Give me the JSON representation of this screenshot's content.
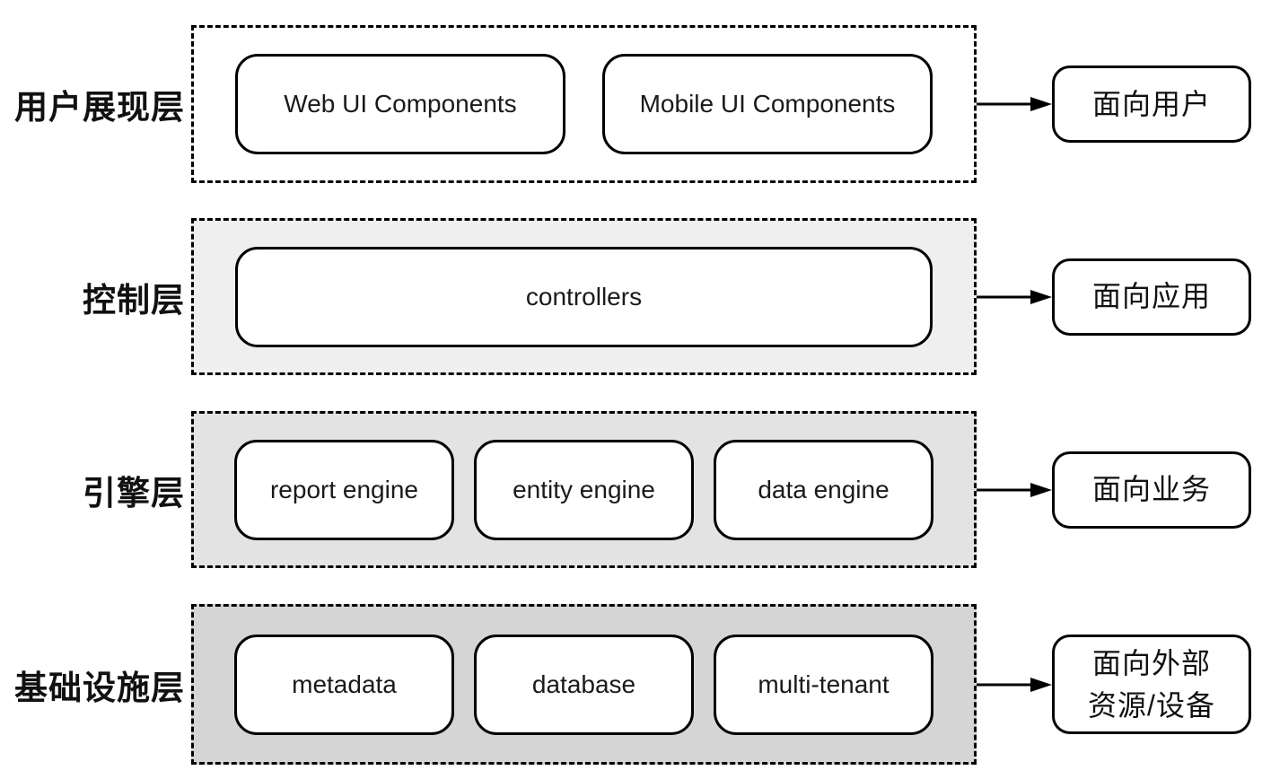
{
  "layers": [
    {
      "label": "用户展现层",
      "bg": "#ffffff",
      "boxes": [
        "Web UI Components",
        "Mobile UI Components"
      ],
      "target": "面向用户"
    },
    {
      "label": "控制层",
      "bg": "#efefef",
      "boxes": [
        "controllers"
      ],
      "target": "面向应用"
    },
    {
      "label": "引擎层",
      "bg": "#e3e3e3",
      "boxes": [
        "report engine",
        "entity engine",
        "data engine"
      ],
      "target": "面向业务"
    },
    {
      "label": "基础设施层",
      "bg": "#d5d5d5",
      "boxes": [
        "metadata",
        "database",
        "multi-tenant"
      ],
      "target": "面向外部\n资源/设备"
    }
  ],
  "colors": {
    "border": "#000000",
    "page_background": "#ffffff",
    "layer_backgrounds": [
      "#ffffff",
      "#efefef",
      "#e3e3e3",
      "#d5d5d5"
    ]
  }
}
